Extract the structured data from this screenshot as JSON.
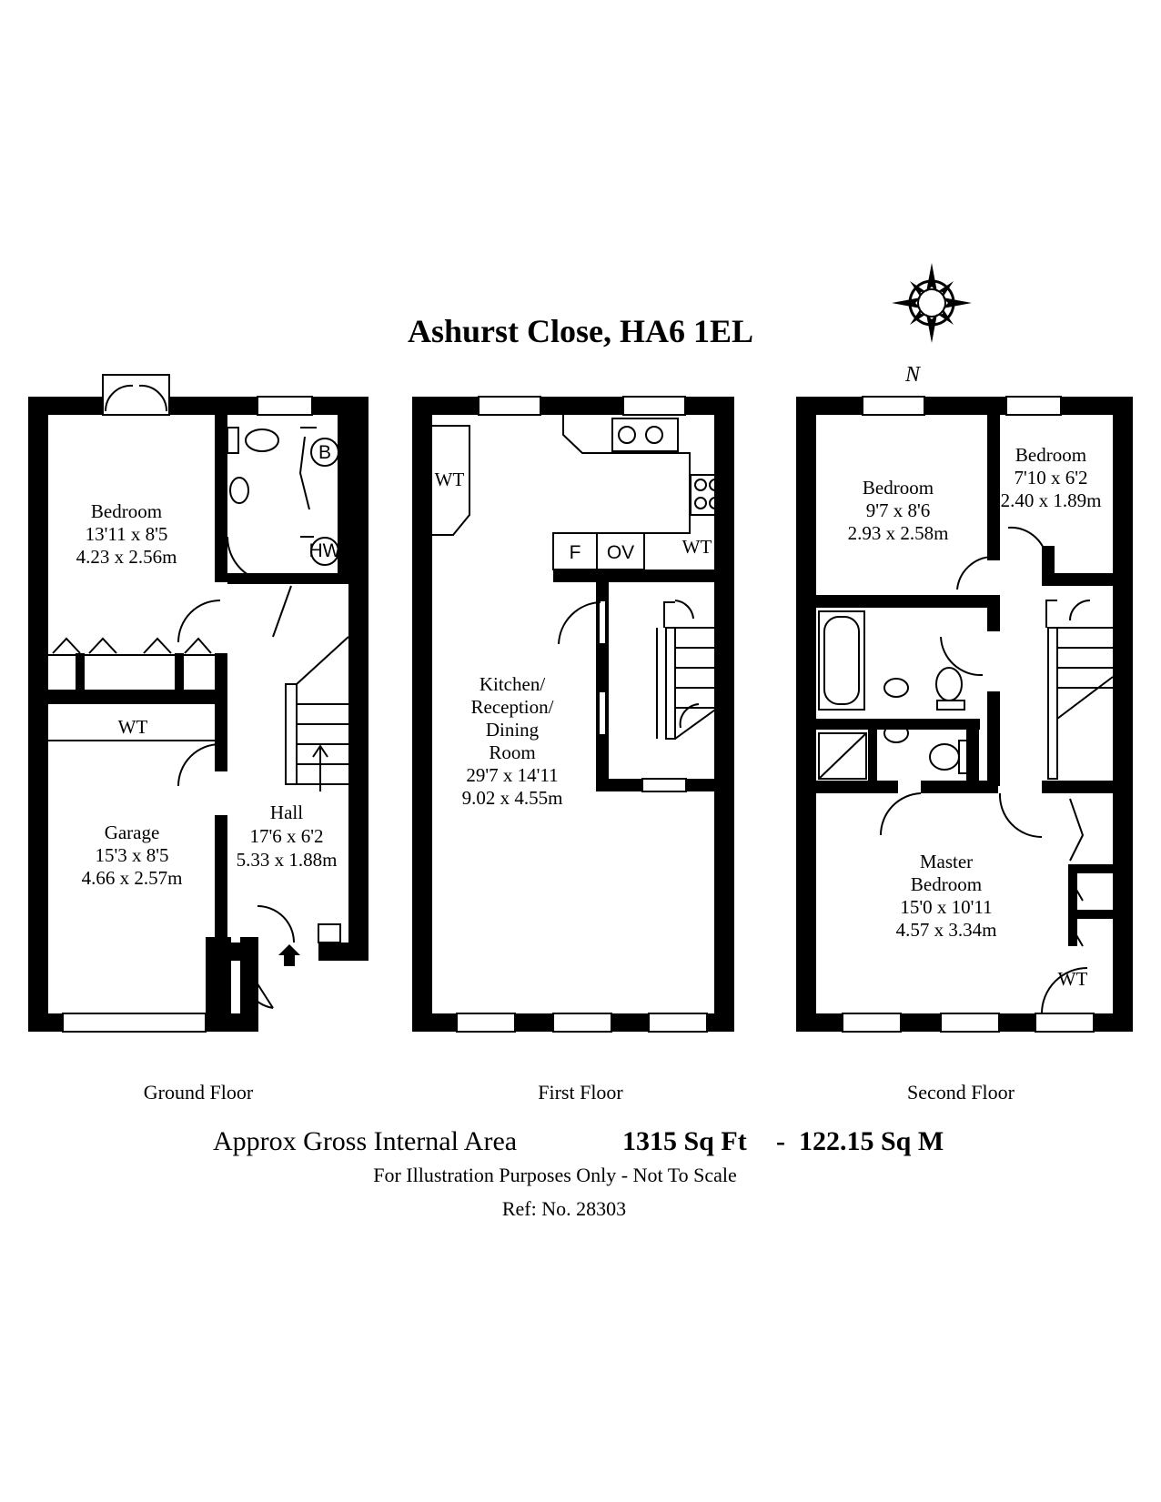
{
  "title": "Ashurst Close, HA6 1EL",
  "compass_letter": "N",
  "floors": {
    "ground": {
      "name": "Ground Floor",
      "rooms": [
        {
          "name": "Bedroom",
          "imperial": "13'11 x 8'5",
          "metric": "4.23 x 2.56m"
        },
        {
          "name": "Garage",
          "imperial": "15'3 x 8'5",
          "metric": "4.66 x 2.57m"
        },
        {
          "name": "Hall",
          "imperial": "17'6 x 6'2",
          "metric": "5.33 x 1.88m"
        }
      ],
      "fixtures": {
        "wt": "WT",
        "boiler": "B",
        "hot_water": "HW"
      }
    },
    "first": {
      "name": "First Floor",
      "rooms": [
        {
          "name_lines": [
            "Kitchen/",
            "Reception/",
            "Dining",
            "Room"
          ],
          "imperial": "29'7 x 14'11",
          "metric": "9.02 x 4.55m"
        }
      ],
      "fixtures": {
        "wt_left": "WT",
        "wt_right": "WT",
        "fridge": "F",
        "oven": "OV"
      }
    },
    "second": {
      "name": "Second Floor",
      "rooms": [
        {
          "name": "Bedroom",
          "imperial": "9'7 x 8'6",
          "metric": "2.93 x 2.58m"
        },
        {
          "name": "Bedroom",
          "imperial": "7'10 x 6'2",
          "metric": "2.40 x 1.89m"
        },
        {
          "name_lines": [
            "Master",
            "Bedroom"
          ],
          "imperial": "15'0 x 10'11",
          "metric": "4.57 x 3.34m"
        }
      ],
      "fixtures": {
        "wt": "WT"
      }
    }
  },
  "footer": {
    "area_label": "Approx Gross Internal Area",
    "area_sqft": "1315 Sq Ft",
    "separator": "-",
    "area_sqm": "122.15 Sq M",
    "disclaimer": "For Illustration Purposes Only - Not To Scale",
    "reference": "Ref: No. 28303"
  }
}
